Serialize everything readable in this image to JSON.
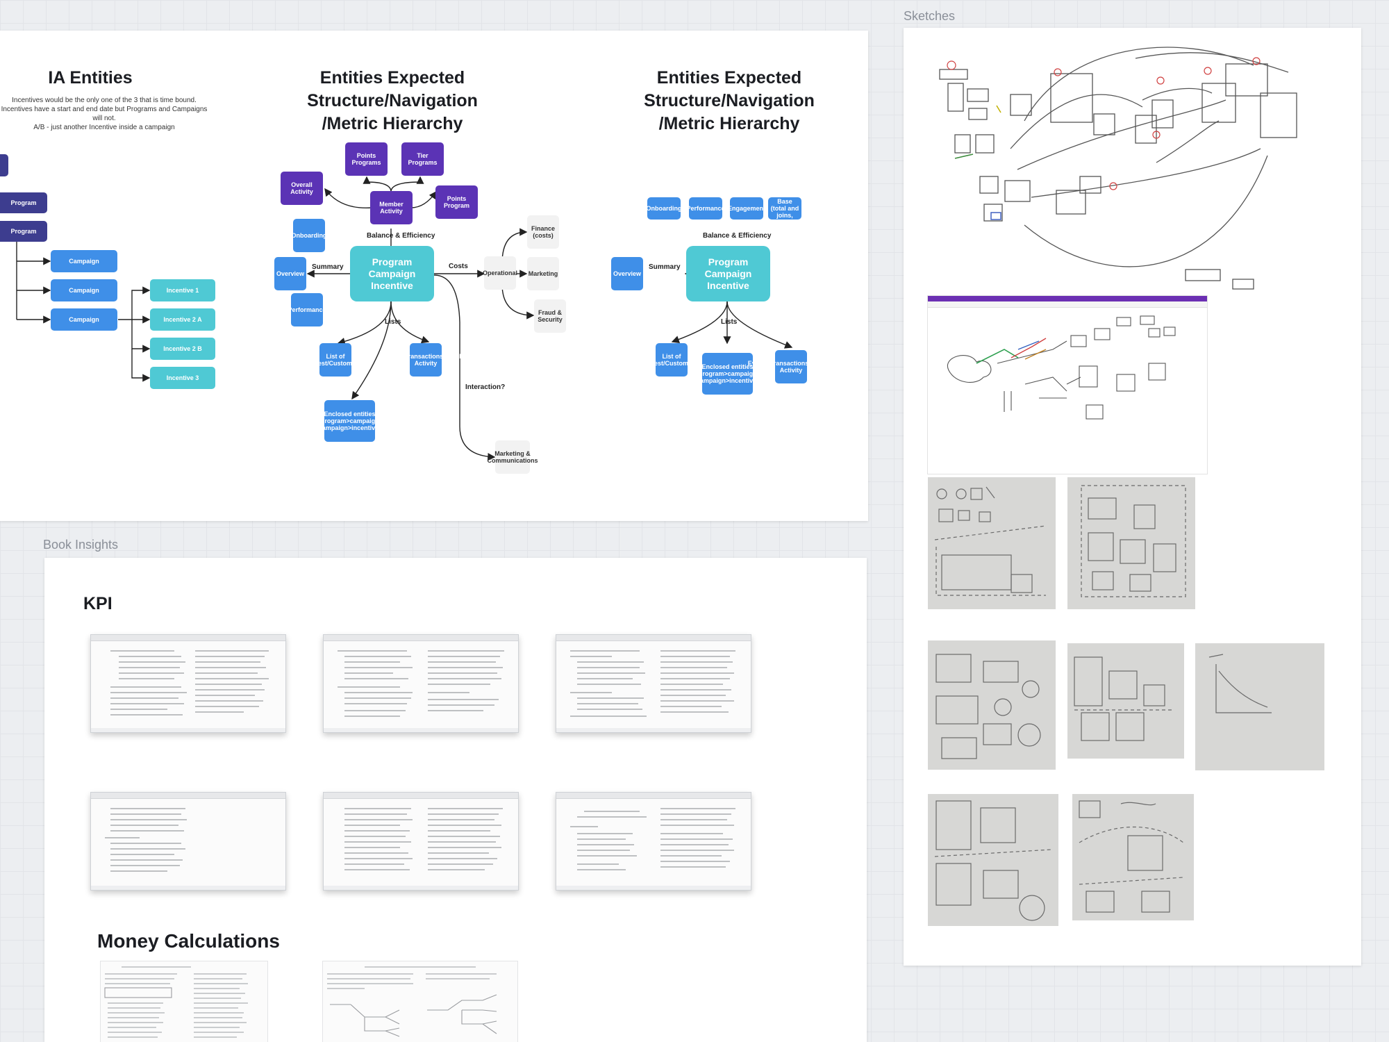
{
  "frames": {
    "sketches_label": "Sketches",
    "book_insights_label": "Book Insights"
  },
  "ia": {
    "title": "IA Entities",
    "note": "Incentives would be the only one of the 3 that is time bound.\nIncentives have a start and end date but Programs and Campaigns will not.\nA/B - just another Incentive inside a campaign",
    "program_1": "Program",
    "program_2": "Program",
    "campaign_1": "Campaign",
    "campaign_2": "Campaign",
    "campaign_3": "Campaign",
    "incentive_1": "Incentive 1",
    "incentive_2a": "Incentive 2 A",
    "incentive_2b": "Incentive 2 B",
    "incentive_3": "Incentive 3"
  },
  "hier1": {
    "title": "Entities Expected\nStructure/Navigation\n/Metric Hierarchy",
    "points_programs": "Points Programs",
    "tier_programs": "Tier Programs",
    "overall_activity": "Overall Activity",
    "member_activity": "Member Activity",
    "points_program": "Points Program",
    "onboarding": "Onboarding",
    "overview": "Overview",
    "performance": "Performance",
    "center": "Program\nCampaign\nIncentive",
    "list_guests": "List of Guest/Customers",
    "events": "Events/Transactions/Member Activity",
    "enclosed": "Enclosed entities (program>campaign, campaign>incentive)",
    "operational": "Operational",
    "finance": "Finance (costs)",
    "marketing": "Marketing",
    "fraud": "Fraud & Security",
    "marketing_comm": "Marketing & Communications",
    "label_balance": "Balance & Efficiency",
    "label_summary": "Summary",
    "label_costs": "Costs",
    "label_lists": "Lists",
    "label_interaction": "Interaction?"
  },
  "hier2": {
    "title": "Entities Expected\nStructure/Navigation\n/Metric Hierarchy",
    "onboarding": "Onboarding",
    "performance": "Performance",
    "engagement": "Engagement",
    "member_base": "Member Base (total and joins, churn)",
    "overview": "Overview",
    "center": "Program\nCampaign\nIncentive",
    "list_guests": "List of Guest/Customers",
    "enclosed": "Enclosed entities (program>campaign, campaign>incentive)",
    "events": "Events/Transactions/Member Activity",
    "label_balance": "Balance & Efficiency",
    "label_summary": "Summary",
    "label_lists": "Lists"
  },
  "book": {
    "kpi_title": "KPI",
    "money_title": "Money Calculations"
  },
  "colors": {
    "navy": "#3d3d8f",
    "blue": "#3f8fe8",
    "teal": "#4fc9d4",
    "purple": "#5b33b5",
    "gray_node": "#f2f2f2",
    "canvas": "#eceef1"
  }
}
